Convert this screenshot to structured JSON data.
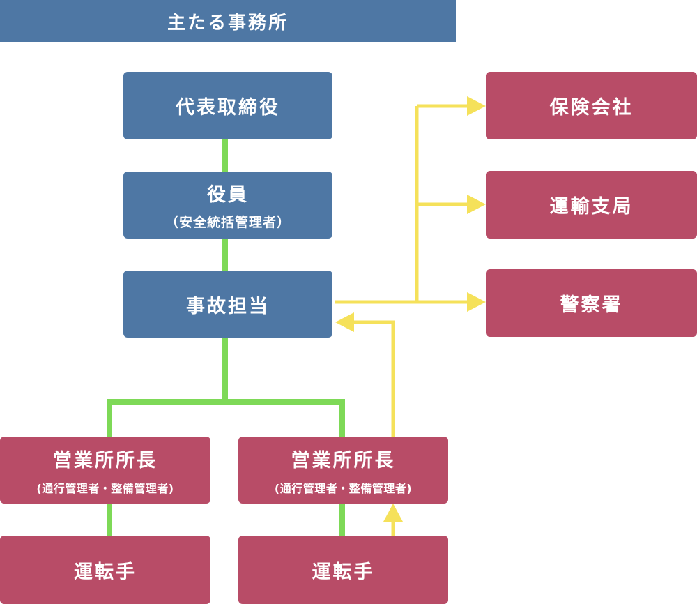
{
  "header": {
    "title": "主たる事務所"
  },
  "nodes": {
    "ceo": {
      "label": "代表取締役"
    },
    "officer": {
      "label": "役員",
      "sub": "（安全統括管理者）"
    },
    "accident": {
      "label": "事故担当"
    },
    "insurance": {
      "label": "保険会社"
    },
    "transport_bureau": {
      "label": "運輸支局"
    },
    "police": {
      "label": "警察署"
    },
    "branch_left": {
      "label": "営業所所長",
      "sub": "(通行管理者・整備管理者)"
    },
    "branch_right": {
      "label": "営業所所長",
      "sub": "(通行管理者・整備管理者)"
    },
    "driver_left": {
      "label": "運転手"
    },
    "driver_right": {
      "label": "運転手"
    }
  },
  "colors": {
    "hierarchy_line": "#7ed957",
    "report_arrow": "#f5e15a",
    "internal_box": "#4e77a4",
    "external_box": "#b84c67"
  }
}
